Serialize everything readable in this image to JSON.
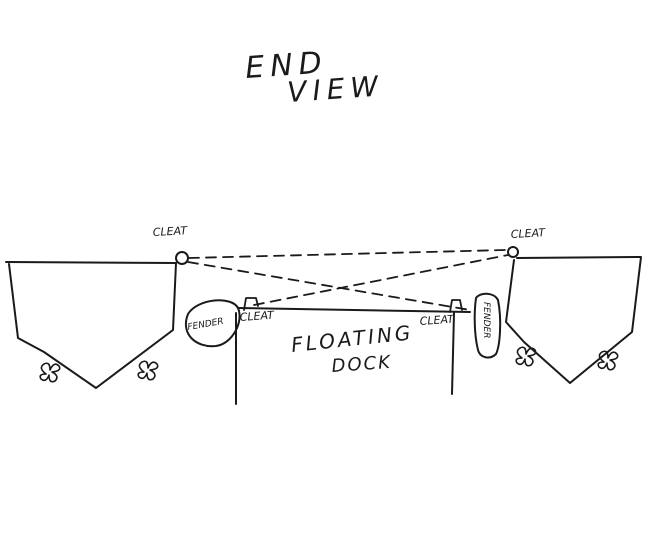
{
  "title": {
    "line1": "END",
    "line2": "VIEW"
  },
  "labels": {
    "cleat_left_boat": "CLEAT",
    "cleat_right_boat": "CLEAT",
    "cleat_dock_left": "CLEAT",
    "cleat_dock_right": "CLEAT",
    "fender_left": "FENDER",
    "fender_right": "FENDER",
    "dock_line1": "FLOATING",
    "dock_line2": "DOCK"
  }
}
